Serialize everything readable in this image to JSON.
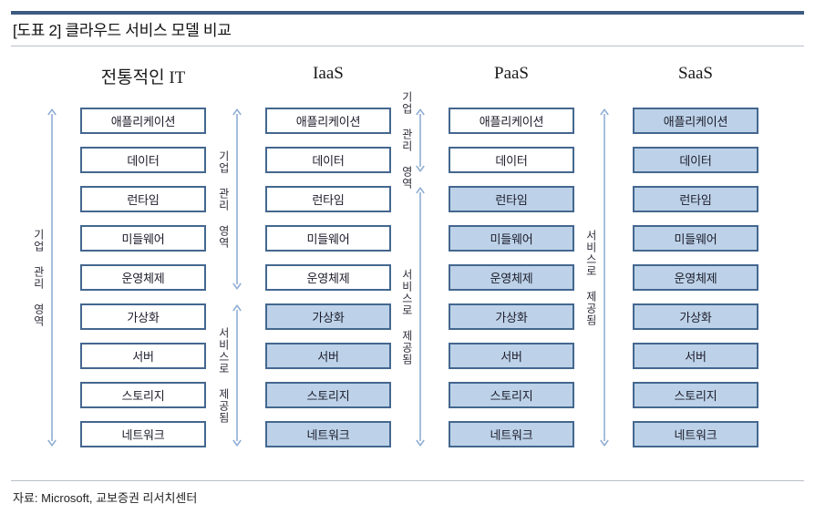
{
  "figure": {
    "title": "[도표 2] 클라우드 서비스 모델 비교",
    "source": "자료: Microsoft, 교보증권 리서치센터"
  },
  "labels": {
    "enterprise_managed": "기업 관리 영역",
    "service_provided": "서비스로 제공됨"
  },
  "layer_names": [
    "애플리케이션",
    "데이터",
    "런타임",
    "미들웨어",
    "운영체제",
    "가상화",
    "서버",
    "스토리지",
    "네트워크"
  ],
  "columns": [
    {
      "header": "전통적인 IT",
      "layers": [
        {
          "name": "애플리케이션",
          "managed_by": "enterprise"
        },
        {
          "name": "데이터",
          "managed_by": "enterprise"
        },
        {
          "name": "런타임",
          "managed_by": "enterprise"
        },
        {
          "name": "미들웨어",
          "managed_by": "enterprise"
        },
        {
          "name": "운영체제",
          "managed_by": "enterprise"
        },
        {
          "name": "가상화",
          "managed_by": "enterprise"
        },
        {
          "name": "서버",
          "managed_by": "enterprise"
        },
        {
          "name": "스토리지",
          "managed_by": "enterprise"
        },
        {
          "name": "네트워크",
          "managed_by": "enterprise"
        }
      ],
      "enterprise_rows": 9,
      "service_rows": 0
    },
    {
      "header": "IaaS",
      "layers": [
        {
          "name": "애플리케이션",
          "managed_by": "enterprise"
        },
        {
          "name": "데이터",
          "managed_by": "enterprise"
        },
        {
          "name": "런타임",
          "managed_by": "enterprise"
        },
        {
          "name": "미들웨어",
          "managed_by": "enterprise"
        },
        {
          "name": "운영체제",
          "managed_by": "enterprise"
        },
        {
          "name": "가상화",
          "managed_by": "service"
        },
        {
          "name": "서버",
          "managed_by": "service"
        },
        {
          "name": "스토리지",
          "managed_by": "service"
        },
        {
          "name": "네트워크",
          "managed_by": "service"
        }
      ],
      "enterprise_rows": 5,
      "service_rows": 4
    },
    {
      "header": "PaaS",
      "layers": [
        {
          "name": "애플리케이션",
          "managed_by": "enterprise"
        },
        {
          "name": "데이터",
          "managed_by": "enterprise"
        },
        {
          "name": "런타임",
          "managed_by": "service"
        },
        {
          "name": "미들웨어",
          "managed_by": "service"
        },
        {
          "name": "운영체제",
          "managed_by": "service"
        },
        {
          "name": "가상화",
          "managed_by": "service"
        },
        {
          "name": "서버",
          "managed_by": "service"
        },
        {
          "name": "스토리지",
          "managed_by": "service"
        },
        {
          "name": "네트워크",
          "managed_by": "service"
        }
      ],
      "enterprise_rows": 2,
      "service_rows": 7
    },
    {
      "header": "SaaS",
      "layers": [
        {
          "name": "애플리케이션",
          "managed_by": "service"
        },
        {
          "name": "데이터",
          "managed_by": "service"
        },
        {
          "name": "런타임",
          "managed_by": "service"
        },
        {
          "name": "미들웨어",
          "managed_by": "service"
        },
        {
          "name": "운영체제",
          "managed_by": "service"
        },
        {
          "name": "가상화",
          "managed_by": "service"
        },
        {
          "name": "서버",
          "managed_by": "service"
        },
        {
          "name": "스토리지",
          "managed_by": "service"
        },
        {
          "name": "네트워크",
          "managed_by": "service"
        }
      ],
      "enterprise_rows": 0,
      "service_rows": 9
    }
  ],
  "colors": {
    "top_rule": "#3d5a80",
    "box_border": "#44678f",
    "box_fill_service": "#bdd2e8",
    "box_fill_enterprise": "#ffffff",
    "arrow": "#8fadd4",
    "hairline": "#b9bfc9"
  }
}
